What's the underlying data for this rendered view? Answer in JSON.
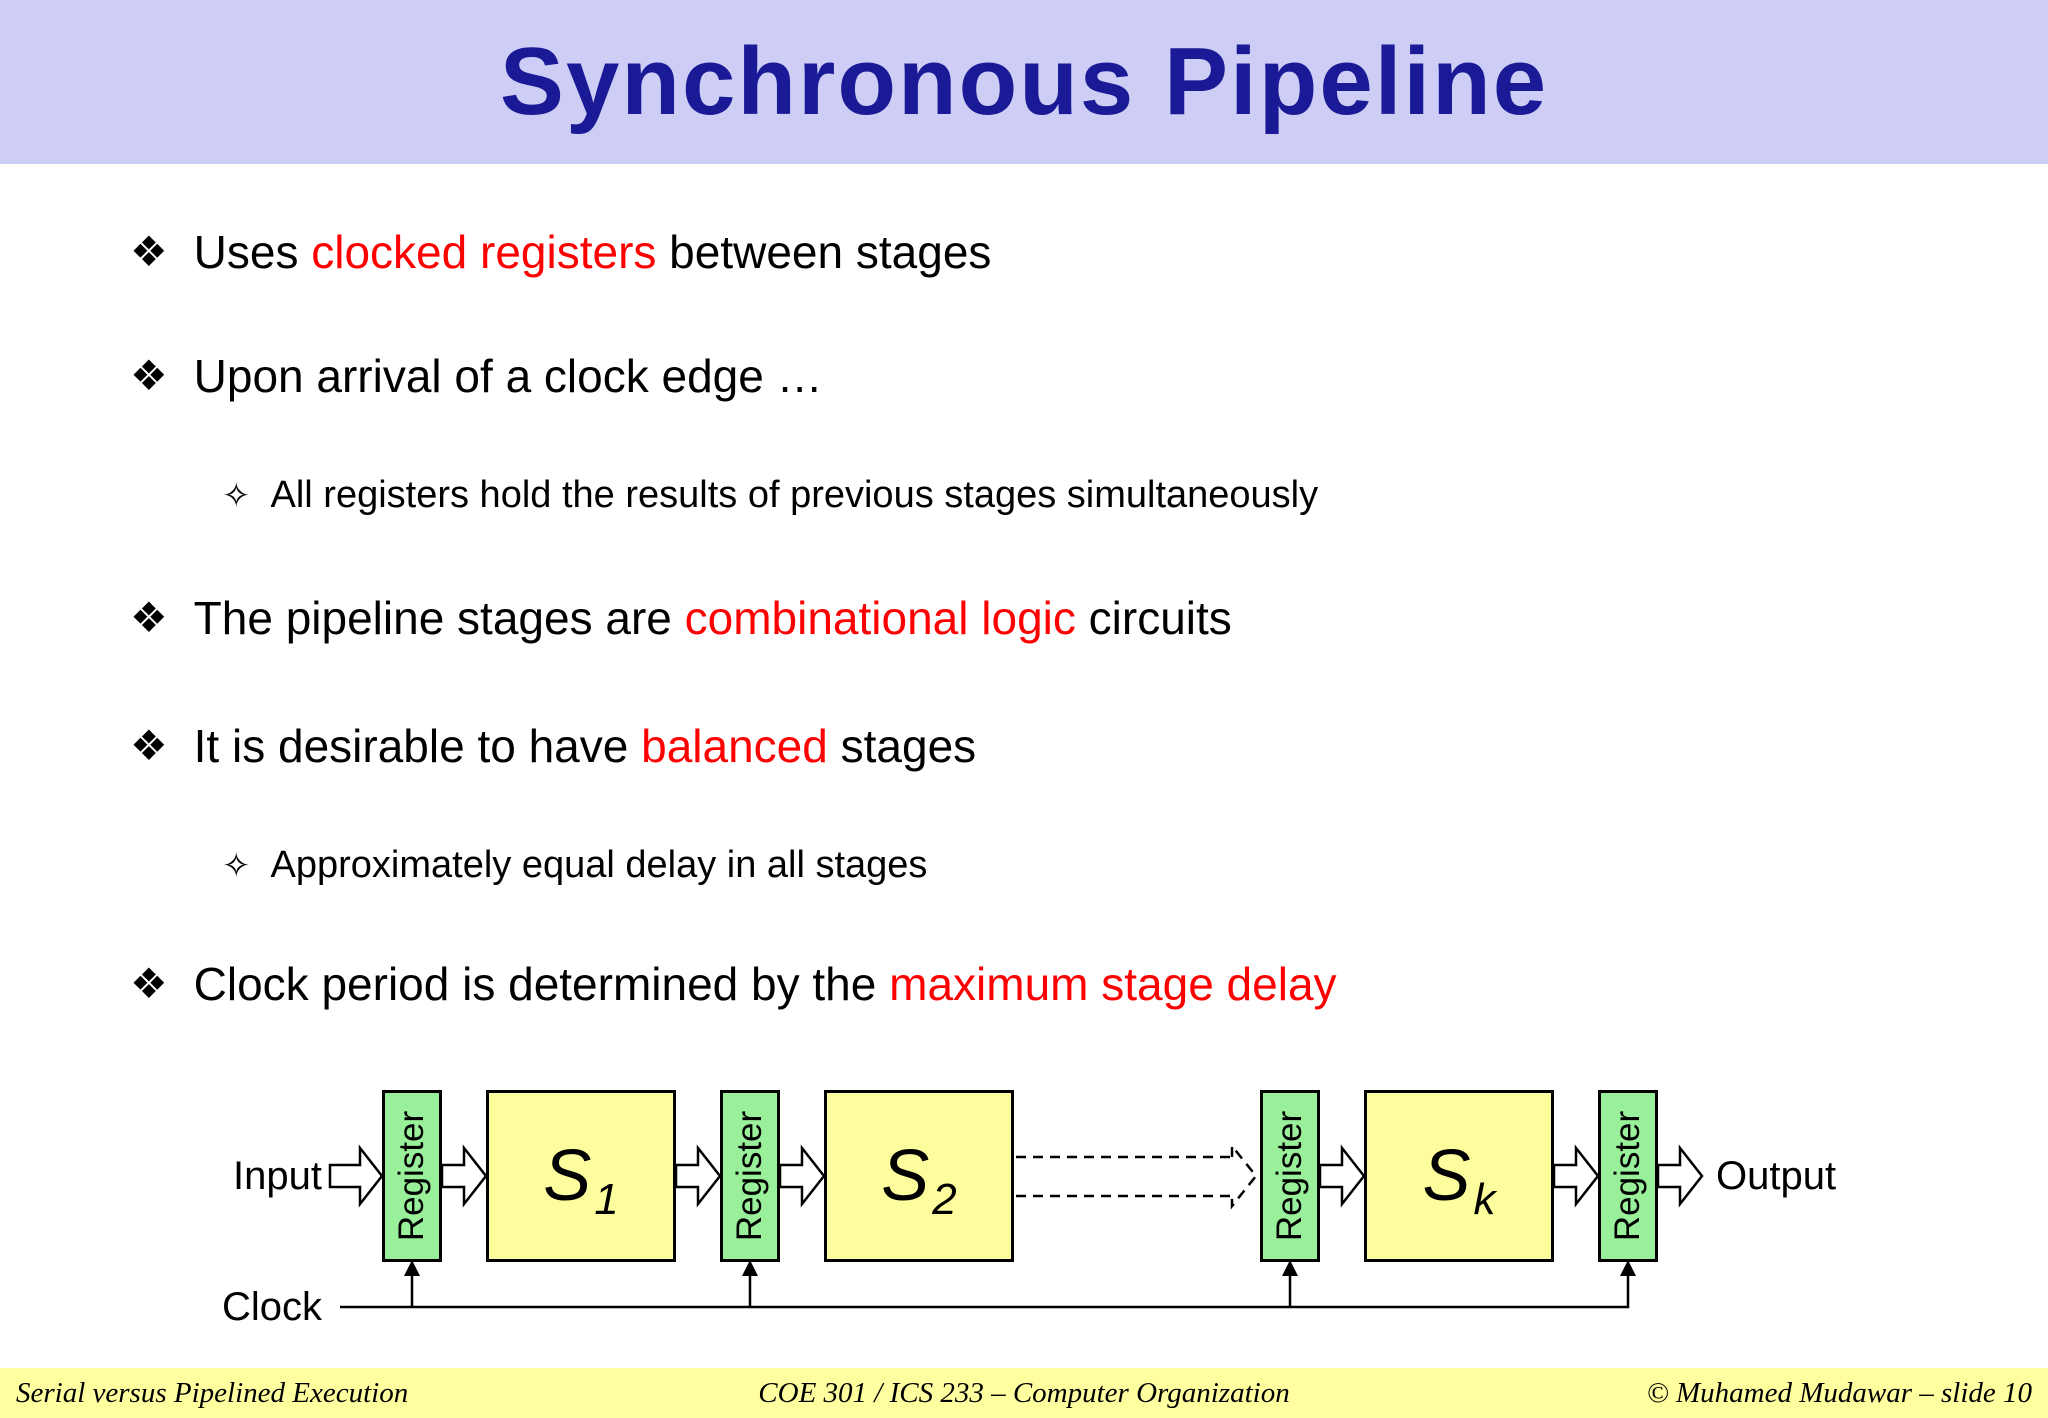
{
  "title": "Synchronous Pipeline",
  "markers": {
    "main": "❖",
    "sub": "✧"
  },
  "colors": {
    "title_bg": "#cdcdf6",
    "title_fg": "#1a1a96",
    "accent_red": "#ff0000",
    "register_fill": "#9af09a",
    "stage_fill": "#fdfd9e",
    "footer_bg": "#ffffa0"
  },
  "bullets": [
    {
      "level": 1,
      "segments": [
        {
          "text": "Uses ",
          "color": "black"
        },
        {
          "text": "clocked registers",
          "color": "red"
        },
        {
          "text": " between stages",
          "color": "black"
        }
      ]
    },
    {
      "level": 1,
      "segments": [
        {
          "text": "Upon arrival of a clock edge …",
          "color": "black"
        }
      ]
    },
    {
      "level": 2,
      "segments": [
        {
          "text": "All registers hold the results of previous stages simultaneously",
          "color": "black"
        }
      ]
    },
    {
      "level": 1,
      "segments": [
        {
          "text": "The pipeline stages are ",
          "color": "black"
        },
        {
          "text": "combinational logic",
          "color": "red"
        },
        {
          "text": " circuits",
          "color": "black"
        }
      ]
    },
    {
      "level": 1,
      "segments": [
        {
          "text": "It is desirable to have ",
          "color": "black"
        },
        {
          "text": "balanced",
          "color": "red"
        },
        {
          "text": " stages",
          "color": "black"
        }
      ]
    },
    {
      "level": 2,
      "segments": [
        {
          "text": "Approximately equal delay in all stages",
          "color": "black"
        }
      ]
    },
    {
      "level": 1,
      "segments": [
        {
          "text": "Clock period is determined by the ",
          "color": "black"
        },
        {
          "text": "maximum stage delay",
          "color": "red"
        }
      ]
    }
  ],
  "diagram": {
    "input_label": "Input",
    "clock_label": "Clock",
    "output_label": "Output",
    "register_label": "Register",
    "stages": [
      {
        "base": "S",
        "sub": "1"
      },
      {
        "base": "S",
        "sub": "2"
      },
      {
        "base": "S",
        "sub": "k"
      }
    ]
  },
  "footer": {
    "left": "Serial versus Pipelined Execution",
    "center": "COE 301 / ICS 233 – Computer Organization",
    "right": "© Muhamed Mudawar – slide 10"
  }
}
